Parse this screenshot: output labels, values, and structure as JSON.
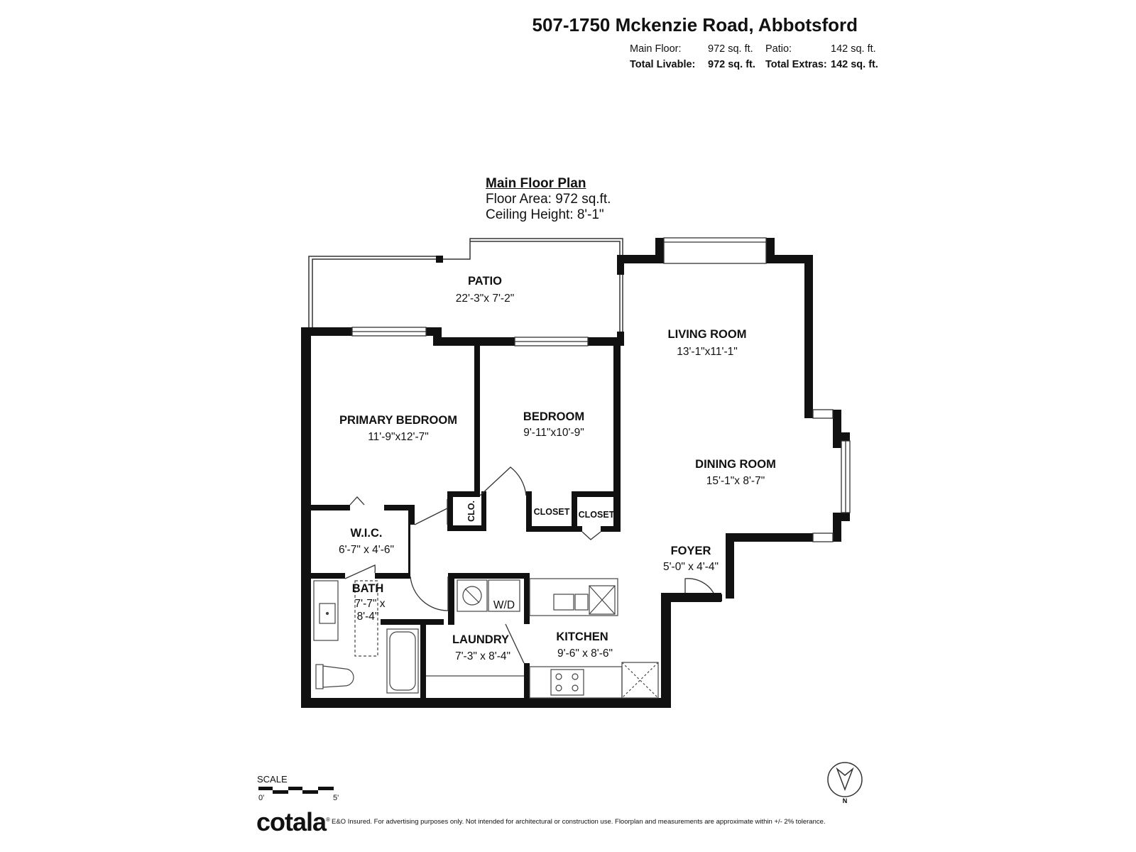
{
  "header": {
    "address": "507-1750 Mckenzie Road, Abbotsford",
    "main_floor_label": "Main Floor:",
    "main_floor_value": "972 sq. ft.",
    "patio_label": "Patio:",
    "patio_value": "142 sq. ft.",
    "total_livable_label": "Total Livable:",
    "total_livable_value": "972 sq. ft.",
    "total_extras_label": "Total Extras:",
    "total_extras_value": "142 sq. ft."
  },
  "plan": {
    "title": "Main Floor Plan",
    "floor_area": "Floor Area: 972 sq.ft.",
    "ceiling_height": "Ceiling Height: 8'-1\""
  },
  "rooms": {
    "patio": {
      "name": "PATIO",
      "dims": "22'-3\"x 7'-2\""
    },
    "living": {
      "name": "LIVING ROOM",
      "dims": "13'-1\"x11'-1\""
    },
    "primary": {
      "name": "PRIMARY BEDROOM",
      "dims": "11'-9\"x12'-7\""
    },
    "bedroom": {
      "name": "BEDROOM",
      "dims": "9'-11\"x10'-9\""
    },
    "dining": {
      "name": "DINING ROOM",
      "dims": "15'-1\"x 8'-7\""
    },
    "wic": {
      "name": "W.I.C.",
      "dims": "6'-7\" x 4'-6\""
    },
    "foyer": {
      "name": "FOYER",
      "dims": "5'-0\" x 4'-4\""
    },
    "bath": {
      "name": "BATH",
      "dims_1": "7'-7\" x",
      "dims_2": "8'-4\""
    },
    "laundry": {
      "name": "LAUNDRY",
      "dims": "7'-3\" x 8'-4\""
    },
    "kitchen": {
      "name": "KITCHEN",
      "dims": "9'-6\" x 8'-6\""
    },
    "clo": "CLO.",
    "closet_1": "CLOSET",
    "closet_2": "CLOSET",
    "wd": "W/D"
  },
  "scale": {
    "label": "SCALE",
    "start": "0'",
    "end": "5'"
  },
  "compass": {
    "label": "N"
  },
  "brand": {
    "name": "cotala",
    "mark": "®"
  },
  "disclaimer": "E&O Insured. For advertising purposes only. Not intended for architectural or construction use. Floorplan and measurements are approximate within +/- 2% tolerance."
}
